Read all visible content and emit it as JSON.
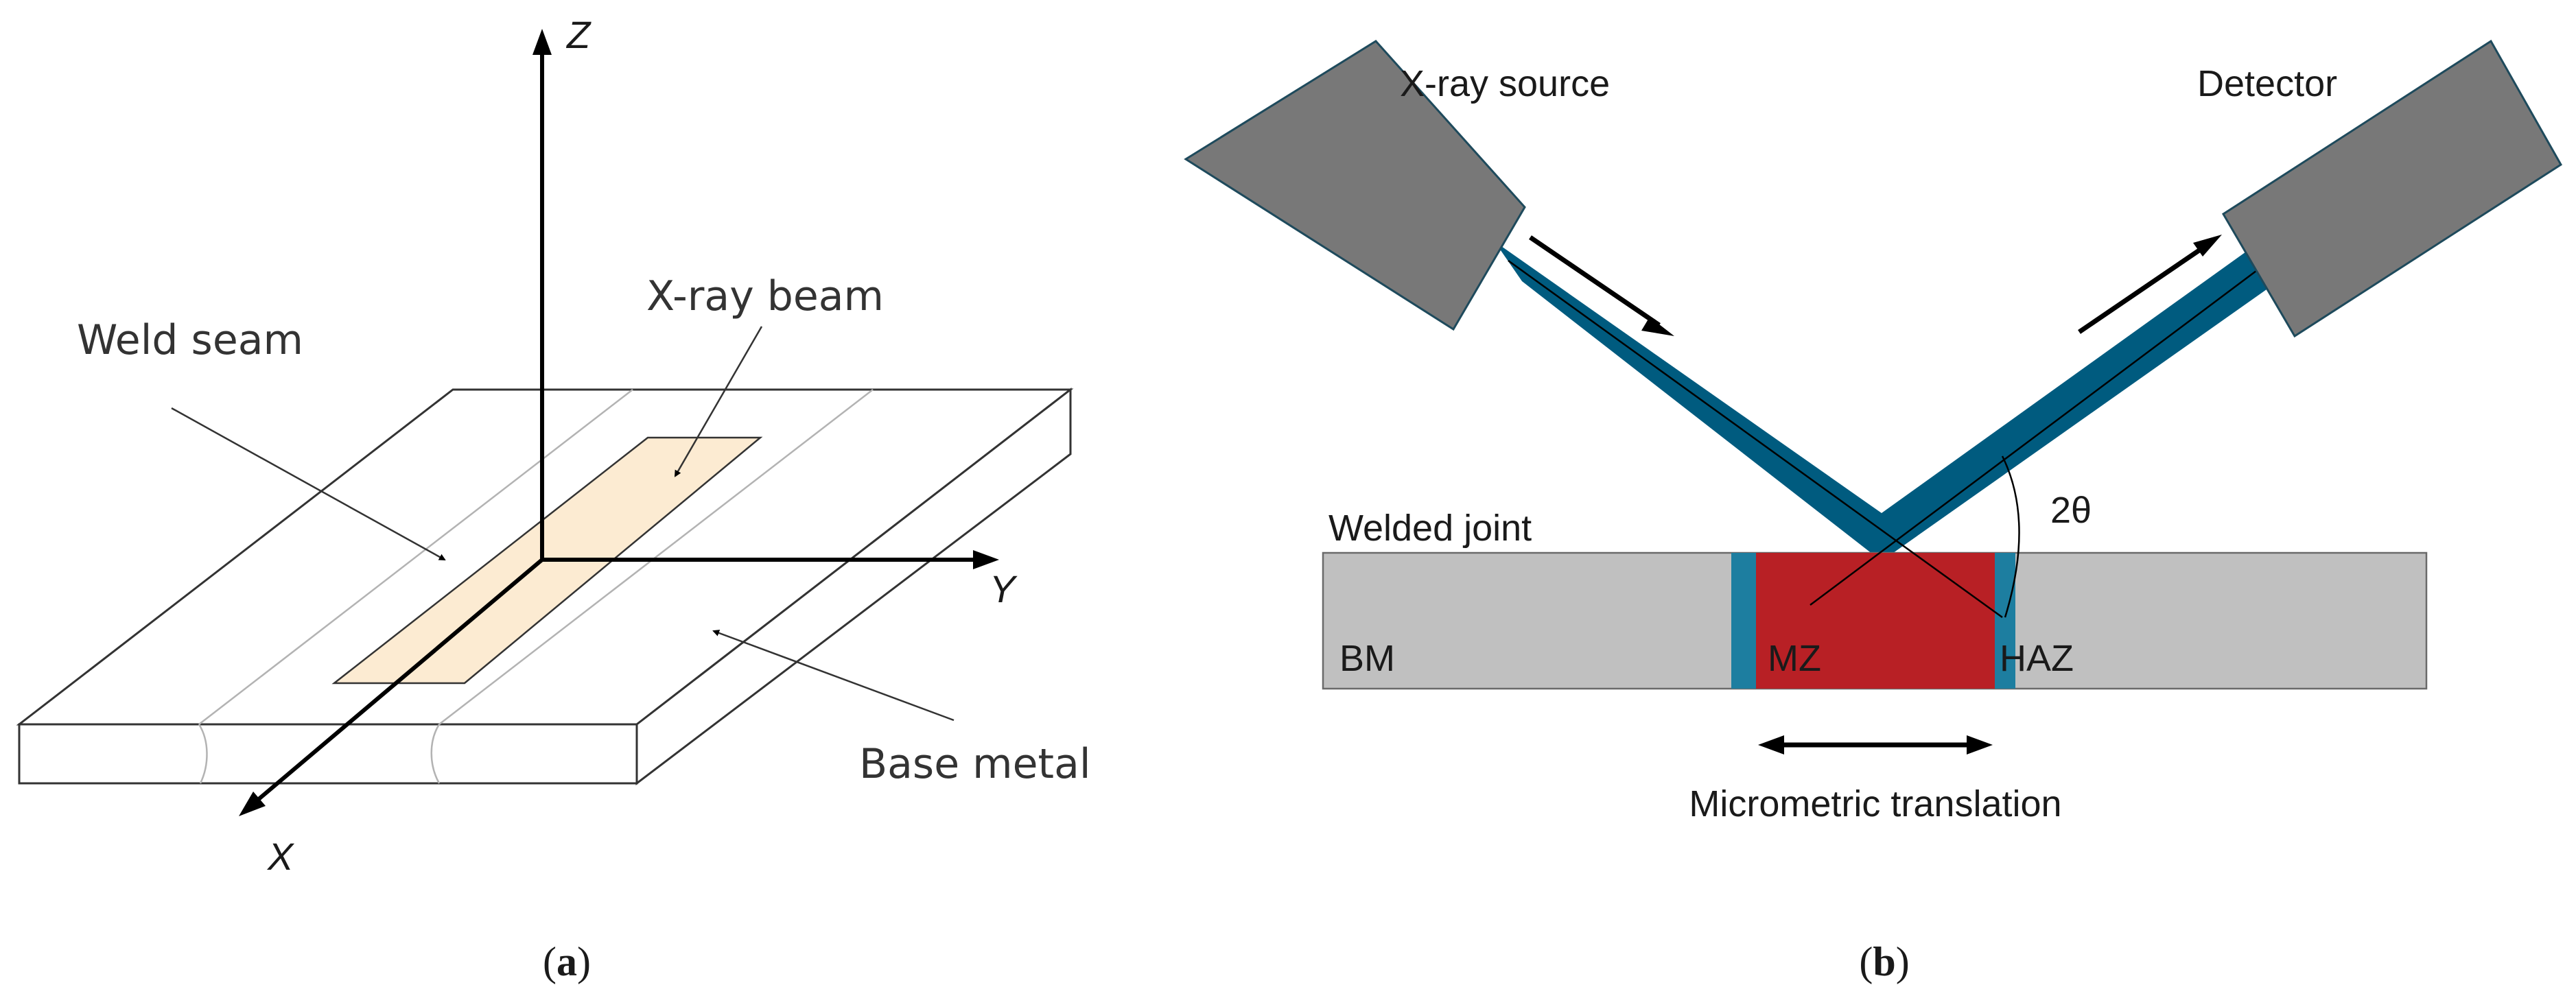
{
  "panel_a": {
    "axes": {
      "z": "Z",
      "y": "Y",
      "x": "X"
    },
    "labels": {
      "weld_seam": "Weld seam",
      "xray_beam": "X-ray beam",
      "base_metal": "Base metal"
    },
    "caption": {
      "open": "(",
      "letter": "a",
      "close": ")"
    },
    "colors": {
      "beam_spot": "#fcebd2",
      "outline": "#333333",
      "axis": "#000000"
    }
  },
  "panel_b": {
    "labels": {
      "source": "X-ray source",
      "detector": "Detector",
      "joint": "Welded joint",
      "angle": "2θ",
      "bm": "BM",
      "mz": "MZ",
      "haz": "HAZ",
      "translation": "Micrometric translation"
    },
    "caption": {
      "open": "(",
      "letter": "b",
      "close": ")"
    },
    "colors": {
      "source_box": "#787878",
      "beam": "#005b7f",
      "base_metal": "#c0c0c0",
      "melted_zone": "#b82025",
      "haz": "#1d7ea0"
    }
  }
}
